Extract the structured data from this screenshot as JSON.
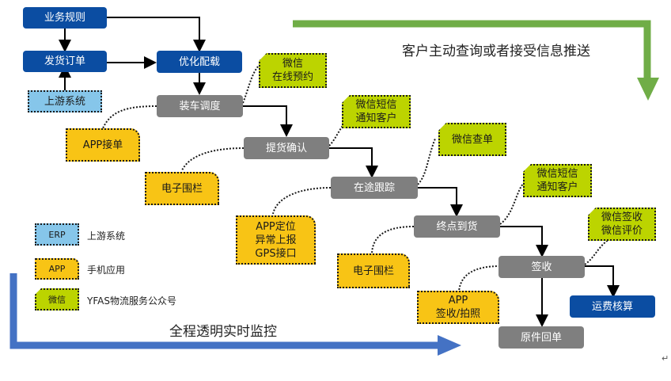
{
  "flow": {
    "business_rules": "业务规则",
    "shipping_order": "发货订单",
    "upstream_system": "上游系统",
    "optimize_load": "优化配载",
    "load_dispatch": "装车调度",
    "pickup_confirm": "提货确认",
    "in_transit": "在途跟踪",
    "destination_arrival": "终点到货",
    "sign_receipt": "签收",
    "freight_settlement": "运费核算",
    "original_return": "原件回单"
  },
  "app_notes": {
    "app_accept": "APP接单",
    "geofence_1": "电子围栏",
    "app_location": [
      "APP定位",
      "异常上报",
      "GPS接口"
    ],
    "geofence_2": "电子围栏",
    "app_sign": [
      "APP",
      "签收/拍照"
    ]
  },
  "wechat_notes": {
    "online_booking": [
      "微信",
      "在线预约"
    ],
    "notify_customer_1": [
      "微信短信",
      "通知客户"
    ],
    "wechat_query": "微信查单",
    "notify_customer_2": [
      "微信短信",
      "通知客户"
    ],
    "wechat_sign_review": [
      "微信签收",
      "微信评价"
    ]
  },
  "banners": {
    "customer_push": "客户主动查询或者接受信息推送",
    "full_monitoring": "全程透明实时监控"
  },
  "legend": [
    {
      "tag": "ERP",
      "desc": "上游系统",
      "color": "#86c6ea"
    },
    {
      "tag": "APP",
      "desc": "手机应用",
      "color": "#f8c415"
    },
    {
      "tag": "微信",
      "desc": "YFAS物流服务公众号",
      "color": "#bcd400"
    }
  ],
  "colors": {
    "blue_box": "#0b4da2",
    "gray_box": "#7f7f7f",
    "green_arrow": "#70ad47",
    "blue_arrow": "#4472c4"
  },
  "para_mark": "↵"
}
